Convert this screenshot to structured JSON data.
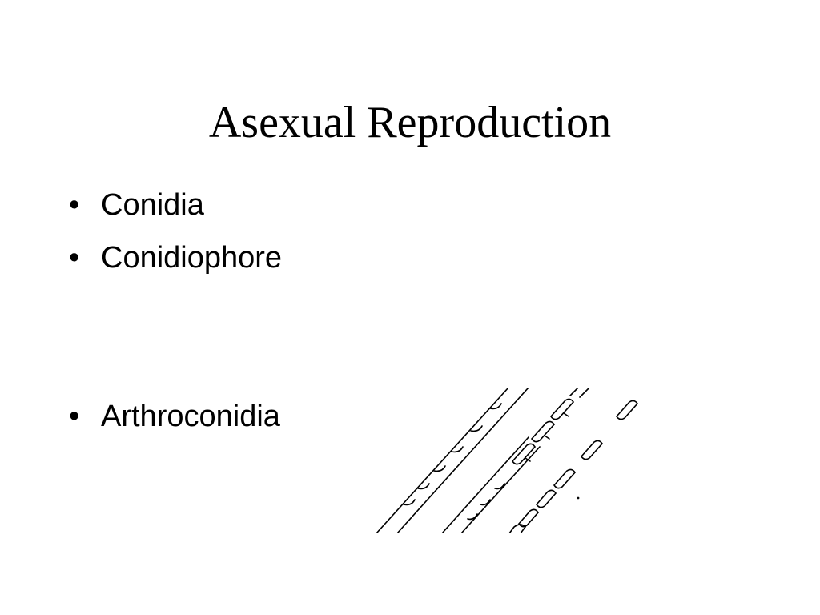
{
  "slide": {
    "title": "Asexual Reproduction",
    "bullet_glyph": "•",
    "bullets": [
      "Conidia",
      "Conidiophore",
      "Arthroconidia"
    ]
  },
  "illustration": {
    "icon": "arthroconidia-hyphae-drawing",
    "stroke_color": "#000000"
  }
}
